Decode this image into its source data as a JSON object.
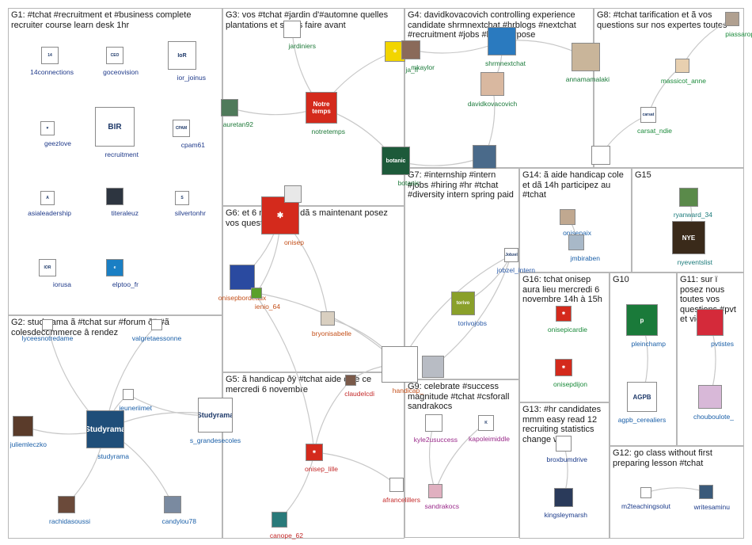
{
  "groups": [
    {
      "id": "G1",
      "title": "G1: #tchat #recruitment et #business complete recruiter course learn desk 1hr"
    },
    {
      "id": "G2",
      "title": "G2: studyrama ã #tchat sur #forum ðÿ #ã colesdecommerce â rendez"
    },
    {
      "id": "G3",
      "title": "G3: vos #tchat #jardin d'#automne quelles plantations et semis faire avant"
    },
    {
      "id": "G4",
      "title": "G4: davidkovacovich controlling experience candidate shrmnextchat #hrblogs #nextchat #recruitment #jobs #hronpurpose"
    },
    {
      "id": "G5",
      "title": "G5: ã handicap ðÿ #tchat aide cole ce mercredi 6 novembre"
    },
    {
      "id": "G6",
      "title": "G6: et 6 novembre dã s maintenant posez vos questions ã"
    },
    {
      "id": "G7",
      "title": "G7: #internship #intern #jobs #hiring #hr #tchat #diversity intern spring paid"
    },
    {
      "id": "G8",
      "title": "G8: #tchat tarification et ã vos questions sur nos expertes toutes"
    },
    {
      "id": "G9",
      "title": "G9: celebrate #success magnitude #tchat #csforall sandrakocs"
    },
    {
      "id": "G10",
      "title": "G10"
    },
    {
      "id": "G11",
      "title": "G11: sur ï posez nous toutes vos questions #pvt et vie"
    },
    {
      "id": "G12",
      "title": "G12: go class without first preparing lesson #tchat"
    },
    {
      "id": "G13",
      "title": "G13: #hr candidates mmm easy read 12 recruiting statistics change way"
    },
    {
      "id": "G14",
      "title": "G14: ã aide handicap cole et dã 14h participez au #tchat"
    },
    {
      "id": "G15",
      "title": "G15"
    },
    {
      "id": "G16",
      "title": "G16: tchat onisep aura lieu mercredi 6 novembre 14h à 15h"
    }
  ],
  "nodes": [
    {
      "name": "14connections",
      "label": "14connections",
      "color": "#1f3a8a",
      "icon": "logo-icon",
      "bg": "#ffffff",
      "text": "14"
    },
    {
      "name": "goceovision",
      "label": "goceovision",
      "color": "#1f3a8a",
      "icon": "logo-icon",
      "bg": "#ffffff",
      "text": "CEO"
    },
    {
      "name": "ior_joinus",
      "label": "ior_joinus",
      "color": "#1f3a8a",
      "icon": "logo-icon",
      "bg": "#ffffff",
      "text": "IoR"
    },
    {
      "name": "geezlove",
      "label": "geezlove",
      "color": "#1f3a8a",
      "icon": "heart-icon",
      "bg": "#ffffff",
      "text": "♥"
    },
    {
      "name": "recruitment",
      "label": "recruitment",
      "color": "#1f3a8a",
      "icon": "logo-icon",
      "bg": "#ffffff",
      "text": "BIR"
    },
    {
      "name": "cpam61",
      "label": "cpam61",
      "color": "#1f3a8a",
      "icon": "logo-icon",
      "bg": "#ffffff",
      "text": "CPAM"
    },
    {
      "name": "asialeadership",
      "label": "asialeadership",
      "color": "#1f3a8a",
      "icon": "logo-icon",
      "bg": "#ffffff",
      "text": "A"
    },
    {
      "name": "titeraleuz",
      "label": "titeraleuz",
      "color": "#1f3a8a",
      "icon": "avatar-icon",
      "bg": "#2d3540",
      "text": ""
    },
    {
      "name": "silvertonhr",
      "label": "silvertonhr",
      "color": "#1f3a8a",
      "icon": "logo-icon",
      "bg": "#ffffff",
      "text": "S"
    },
    {
      "name": "iorusa",
      "label": "iorusa",
      "color": "#1f3a8a",
      "icon": "logo-icon",
      "bg": "#ffffff",
      "text": "IOR"
    },
    {
      "name": "elptoo_fr",
      "label": "elptoo_fr",
      "color": "#1f3a8a",
      "icon": "logo-icon",
      "bg": "#1a7fc4",
      "text": "e"
    },
    {
      "name": "lyceesnotredame",
      "label": "lyceesnotredame",
      "color": "#1a5fa8",
      "icon": "logo-icon",
      "bg": "#ffffff",
      "text": ""
    },
    {
      "name": "valgretaessonne",
      "label": "valgretaessonne",
      "color": "#1a5fa8",
      "icon": "logo-icon",
      "bg": "#ffffff",
      "text": ""
    },
    {
      "name": "jeuneriimet",
      "label": "jeuneriimet",
      "color": "#1a5fa8",
      "icon": "logo-icon",
      "bg": "#ffffff",
      "text": ""
    },
    {
      "name": "juliemleczko",
      "label": "juliemleczko",
      "color": "#1a5fa8",
      "icon": "avatar-icon",
      "bg": "#5a3b2a",
      "text": ""
    },
    {
      "name": "studyrama",
      "label": "studyrama",
      "color": "#1a5fa8",
      "icon": "logo-icon",
      "bg": "#1f4e79",
      "text": "Studyrama"
    },
    {
      "name": "s_grandesecoles",
      "label": "s_grandesecoles",
      "color": "#1a5fa8",
      "icon": "logo-icon",
      "bg": "#ffffff",
      "text": "Studyrama"
    },
    {
      "name": "rachidasoussi",
      "label": "rachidasoussi",
      "color": "#1a5fa8",
      "icon": "avatar-icon",
      "bg": "#6b4a3a",
      "text": ""
    },
    {
      "name": "candylou78",
      "label": "candylou78",
      "color": "#1a5fa8",
      "icon": "avatar-icon",
      "bg": "#7a8aa0",
      "text": ""
    },
    {
      "name": "jardiniers",
      "label": "jardiniers",
      "color": "#1f7a3a",
      "icon": "logo-icon",
      "bg": "#ffffff",
      "text": ""
    },
    {
      "name": "ja_fr",
      "label": "ja_fr",
      "color": "#1f7a3a",
      "icon": "flower-icon",
      "bg": "#f2d500",
      "text": "✿"
    },
    {
      "name": "auretan92",
      "label": "auretan92",
      "color": "#1f7a3a",
      "icon": "avatar-icon",
      "bg": "#4f7a5a",
      "text": ""
    },
    {
      "name": "notretemps",
      "label": "notretemps",
      "color": "#1f7a3a",
      "icon": "logo-icon",
      "bg": "#d42a1c",
      "text": "Notre temps"
    },
    {
      "name": "botanic",
      "label": "botanic",
      "color": "#1f7a3a",
      "icon": "logo-icon",
      "bg": "#1d5a3a",
      "text": "botanic"
    },
    {
      "name": "shrmnextchat",
      "label": "shrmnextchat",
      "color": "#1a7a3a",
      "icon": "logo-icon",
      "bg": "#2a7abf",
      "text": ""
    },
    {
      "name": "mkaylor",
      "label": "mkaylor",
      "color": "#1a7a3a",
      "icon": "avatar-icon",
      "bg": "#8a6a5a",
      "text": ""
    },
    {
      "name": "annamamalaki",
      "label": "annamamalaki",
      "color": "#1a7a3a",
      "icon": "avatar-icon",
      "bg": "#c9b59a",
      "text": ""
    },
    {
      "name": "davidkovacovich",
      "label": "davidkovacovich",
      "color": "#1a7a3a",
      "icon": "avatar-icon",
      "bg": "#d9b8a0",
      "text": ""
    },
    {
      "name": "g4person",
      "label": "",
      "color": "#1a7a3a",
      "icon": "avatar-icon",
      "bg": "#4a6a8a",
      "text": ""
    },
    {
      "name": "piassaropj",
      "label": "piassaropj",
      "color": "#1a8a3a",
      "icon": "avatar-icon",
      "bg": "#b0a090",
      "text": ""
    },
    {
      "name": "massicot_anne",
      "label": "massicot_anne",
      "color": "#1a8a3a",
      "icon": "avatar-icon",
      "bg": "#e8d0b0",
      "text": ""
    },
    {
      "name": "carsat_ndie",
      "label": "carsat_ndie",
      "color": "#1a8a3a",
      "icon": "logo-icon",
      "bg": "#ffffff",
      "text": "carsat"
    },
    {
      "name": "g8logo",
      "label": "",
      "color": "#1a8a3a",
      "icon": "logo-icon",
      "bg": "#ffffff",
      "text": ""
    },
    {
      "name": "onisep",
      "label": "onisep",
      "color": "#c4501a",
      "icon": "logo-icon",
      "bg": "#d42a1c",
      "text": "✱"
    },
    {
      "name": "onisepbordeaux",
      "label": "onisepbordeaux",
      "color": "#c4501a",
      "icon": "logo-icon",
      "bg": "#2a4aa0",
      "text": ""
    },
    {
      "name": "ienio_64",
      "label": "ienio_64",
      "color": "#c4501a",
      "icon": "logo-icon",
      "bg": "#5aa02a",
      "text": ""
    },
    {
      "name": "bryonisabelle",
      "label": "bryonisabelle",
      "color": "#c4501a",
      "icon": "avatar-icon",
      "bg": "#d9cfc0",
      "text": ""
    },
    {
      "name": "handicap_gouv",
      "label": "handicap_",
      "color": "#c4501a",
      "icon": "logo-icon",
      "bg": "#ffffff",
      "text": ""
    },
    {
      "name": "g6small",
      "label": "",
      "color": "#c4501a",
      "icon": "logo-icon",
      "bg": "#e8e8e8",
      "text": ""
    },
    {
      "name": "jobzel_intern",
      "label": "jobzel_intern",
      "color": "#2a5aa8",
      "icon": "logo-icon",
      "bg": "#ffffff",
      "text": "Jobzel"
    },
    {
      "name": "torivojobs",
      "label": "torivojobs",
      "color": "#2a5aa8",
      "icon": "logo-icon",
      "bg": "#8aa02a",
      "text": "torivo"
    },
    {
      "name": "g9avatar",
      "label": "",
      "color": "#2a7a9a",
      "icon": "avatar-icon",
      "bg": "#b8bcc4",
      "text": ""
    },
    {
      "name": "kyle2usuccess",
      "label": "kyle2usuccess",
      "color": "#9a2a8a",
      "icon": "logo-icon",
      "bg": "#ffffff",
      "text": ""
    },
    {
      "name": "kapoleimiddle",
      "label": "kapoleimiddle",
      "color": "#9a2a8a",
      "icon": "logo-icon",
      "bg": "#ffffff",
      "text": "K"
    },
    {
      "name": "sandrakocs",
      "label": "sandrakocs",
      "color": "#9a2a8a",
      "icon": "avatar-icon",
      "bg": "#e0b0c0",
      "text": ""
    },
    {
      "name": "claudelcdi",
      "label": "claudelcdi",
      "color": "#c42a2a",
      "icon": "avatar-icon",
      "bg": "#7a5a4a",
      "text": ""
    },
    {
      "name": "onisep_lille",
      "label": "onisep_lille",
      "color": "#c42a2a",
      "icon": "logo-icon",
      "bg": "#d42a1c",
      "text": "✱"
    },
    {
      "name": "afrancelillers",
      "label": "afrancelillers",
      "color": "#c42a2a",
      "icon": "logo-icon",
      "bg": "#ffffff",
      "text": ""
    },
    {
      "name": "canope_62",
      "label": "canope_62",
      "color": "#c42a2a",
      "icon": "logo-icon",
      "bg": "#2a7a7a",
      "text": ""
    },
    {
      "name": "onisepaix",
      "label": "onisepaix",
      "color": "#1a5fa8",
      "icon": "avatar-icon",
      "bg": "#c0a890",
      "text": ""
    },
    {
      "name": "jmbiraben",
      "label": "jmbiraben",
      "color": "#1a5fa8",
      "icon": "avatar-icon",
      "bg": "#a8b8c8",
      "text": ""
    },
    {
      "name": "ryanward_34",
      "label": "ryanward_34",
      "color": "#1a7a7a",
      "icon": "avatar-icon",
      "bg": "#5a8a4a",
      "text": ""
    },
    {
      "name": "nyeventslist",
      "label": "nyeventslist",
      "color": "#1a7a7a",
      "icon": "logo-icon",
      "bg": "#3a2a1a",
      "text": "NYE"
    },
    {
      "name": "onisepicardie",
      "label": "onisepicardie",
      "color": "#1a8a3a",
      "icon": "logo-icon",
      "bg": "#d42a1c",
      "text": "✱"
    },
    {
      "name": "onisepdijon",
      "label": "onisepdijon",
      "color": "#1a8a3a",
      "icon": "logo-icon",
      "bg": "#d42a1c",
      "text": "✱"
    },
    {
      "name": "pleinchamp",
      "label": "pleinchamp",
      "color": "#1a5fa8",
      "icon": "logo-icon",
      "bg": "#1a7a3a",
      "text": "p"
    },
    {
      "name": "agpb_cerealiers",
      "label": "agpb_cerealiers",
      "color": "#1a5fa8",
      "icon": "logo-icon",
      "bg": "#ffffff",
      "text": "AGPB"
    },
    {
      "name": "pvtistes",
      "label": "pvtistes",
      "color": "#1a5fa8",
      "icon": "logo-icon",
      "bg": "#d42a3a",
      "text": ""
    },
    {
      "name": "chouboulote_",
      "label": "chouboulote_",
      "color": "#1a5fa8",
      "icon": "avatar-icon",
      "bg": "#d8b8d8",
      "text": ""
    },
    {
      "name": "broxbumdrive",
      "label": "broxbumdrive",
      "color": "#1a3a8a",
      "icon": "logo-icon",
      "bg": "#ffffff",
      "text": ""
    },
    {
      "name": "kingsleymarsh",
      "label": "kingsleymarsh",
      "color": "#1a3a8a",
      "icon": "avatar-icon",
      "bg": "#2a3a5a",
      "text": ""
    },
    {
      "name": "m2teachingsolut",
      "label": "m2teachingsolut",
      "color": "#1a3a8a",
      "icon": "logo-icon",
      "bg": "#ffffff",
      "text": ""
    },
    {
      "name": "writesaminu",
      "label": "writesaminu",
      "color": "#1a3a8a",
      "icon": "avatar-icon",
      "bg": "#3a5a7a",
      "text": ""
    }
  ],
  "graph": {
    "edge_color": "#c8c8c8",
    "edges": [
      [
        "notretemps",
        "jardiniers"
      ],
      [
        "notretemps",
        "ja_fr"
      ],
      [
        "notretemps",
        "auretan92"
      ],
      [
        "notretemps",
        "botanic"
      ],
      [
        "shrmnextchat",
        "mkaylor"
      ],
      [
        "shrmnextchat",
        "annamamalaki"
      ],
      [
        "shrmnextchat",
        "davidkovacovich"
      ],
      [
        "davidkovacovich",
        "g4person"
      ],
      [
        "massicot_anne",
        "piassaropj"
      ],
      [
        "carsat_ndie",
        "massicot_anne"
      ],
      [
        "g8logo",
        "carsat_ndie"
      ],
      [
        "onisep",
        "onisepbordeaux"
      ],
      [
        "onisep",
        "ienio_64"
      ],
      [
        "onisep",
        "bryonisabelle"
      ],
      [
        "onisep",
        "g6small"
      ],
      [
        "bryonisabelle",
        "handicap_gouv"
      ],
      [
        "ienio_64",
        "handicap_gouv"
      ],
      [
        "handicap_gouv",
        "jobzel_intern"
      ],
      [
        "jobzel_intern",
        "g9avatar"
      ],
      [
        "jobzel_intern",
        "torivojobs"
      ],
      [
        "studyrama",
        "lyceesnotredame"
      ],
      [
        "studyrama",
        "valgretaessonne"
      ],
      [
        "studyrama",
        "jeuneriimet"
      ],
      [
        "studyrama",
        "juliemleczko"
      ],
      [
        "studyrama",
        "s_grandesecoles"
      ],
      [
        "studyrama",
        "rachidasoussi"
      ],
      [
        "studyrama",
        "candylou78"
      ],
      [
        "s_grandesecoles",
        "jeuneriimet"
      ],
      [
        "onisep_lille",
        "claudelcdi"
      ],
      [
        "onisep_lille",
        "afrancelillers"
      ],
      [
        "onisep_lille",
        "canope_62"
      ],
      [
        "claudelcdi",
        "handicap_gouv"
      ],
      [
        "sandrakocs",
        "kyle2usuccess"
      ],
      [
        "sandrakocs",
        "kapoleimiddle"
      ],
      [
        "onisepaix",
        "jmbiraben"
      ],
      [
        "ryanward_34",
        "nyeventslist"
      ],
      [
        "m2teachingsolut",
        "writesaminu"
      ],
      [
        "pleinchamp",
        "agpb_cerealiers"
      ],
      [
        "pvtistes",
        "chouboulote_"
      ],
      [
        "broxbumdrive",
        "kingsleymarsh"
      ],
      [
        "g4person",
        "botanic"
      ],
      [
        "onisepbordeaux",
        "onisep_lille"
      ]
    ]
  }
}
